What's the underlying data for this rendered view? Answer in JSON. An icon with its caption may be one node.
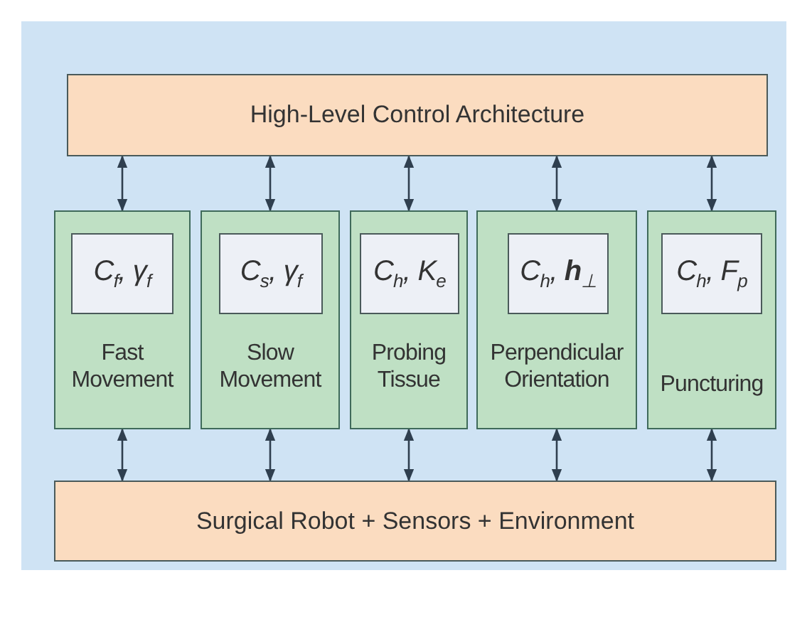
{
  "diagram": {
    "nodes": [
      {
        "text": [
          "High-Level Control Architecture"
        ]
      },
      {
        "text": [
          "Fast Movement"
        ]
      },
      {
        "text": [
          "C$_{f}$, γ$_{f}$"
        ],
        "in": 1
      },
      {
        "text": [
          "Slow Movement"
        ]
      },
      {
        "text": [
          "C$_{s}$, γ$_{f}$"
        ],
        "in": 3
      },
      {
        "text": [
          "Probing Tissue"
        ]
      },
      {
        "text": [
          "C$_{h}$, K$_{e}$"
        ],
        "in": 5
      },
      {
        "text": [
          "Perpendicular Orientation"
        ]
      },
      {
        "text": [
          "C$_{h}$, **h**$_{⊥}$"
        ],
        "in": 7
      },
      {
        "text": [
          "Puncturing"
        ]
      },
      {
        "text": [
          "C$_{h}$, F$_{p}$"
        ],
        "in": 9
      },
      {
        "text": [
          "Surgical Robot + Sensors + Environment"
        ]
      }
    ],
    "edges": [
      {
        "from": 0,
        "to": 1,
        "arrow": "both"
      },
      {
        "from": 0,
        "to": 3,
        "arrow": "both"
      },
      {
        "from": 0,
        "to": 5,
        "arrow": "both"
      },
      {
        "from": 0,
        "to": 7,
        "arrow": "both"
      },
      {
        "from": 0,
        "to": 9,
        "arrow": "both"
      },
      {
        "from": 1,
        "to": 11,
        "arrow": "both"
      },
      {
        "from": 3,
        "to": 11,
        "arrow": "both"
      },
      {
        "from": 5,
        "to": 11,
        "arrow": "both"
      },
      {
        "from": 7,
        "to": 11,
        "arrow": "both"
      },
      {
        "from": 9,
        "to": 11,
        "arrow": "both"
      }
    ]
  }
}
